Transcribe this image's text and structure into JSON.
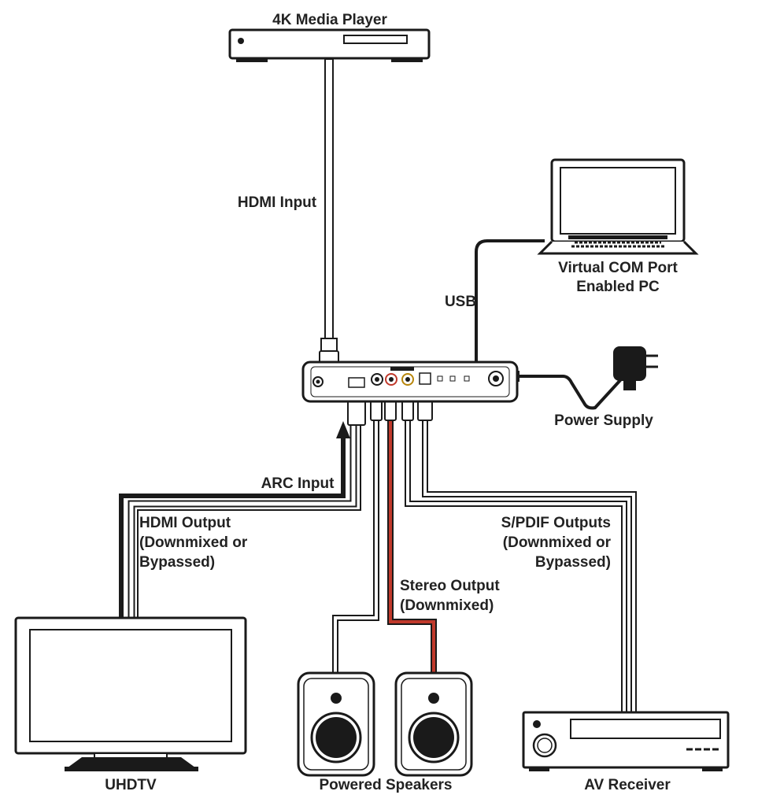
{
  "colors": {
    "line": "#1a1a1a",
    "cable_outline": "#1a1a1a",
    "cable_fill": "#ffffff",
    "analog_right": "#c0392b",
    "background": "#ffffff"
  },
  "devices": {
    "media_player": {
      "label": "4K Media Player"
    },
    "pc": {
      "label_line1": "Virtual COM Port",
      "label_line2": "Enabled PC"
    },
    "power_supply": {
      "label": "Power Supply"
    },
    "tv": {
      "label": "UHDTV"
    },
    "speakers": {
      "label": "Powered Speakers"
    },
    "receiver": {
      "label": "AV Receiver"
    }
  },
  "connections": {
    "hdmi_input": {
      "label": "HDMI Input"
    },
    "usb": {
      "label": "USB"
    },
    "arc_input": {
      "label": "ARC Input"
    },
    "hdmi_output": {
      "line1": "HDMI Output",
      "line2": "(Downmixed or",
      "line3": "Bypassed)"
    },
    "stereo_output": {
      "line1": "Stereo Output",
      "line2": "(Downmixed)"
    },
    "spdif_outputs": {
      "line1": "S/PDIF Outputs",
      "line2": "(Downmixed or",
      "line3": "Bypassed)"
    }
  },
  "icons": [
    "media-player-icon",
    "laptop-icon",
    "power-adapter-icon",
    "tv-icon",
    "speaker-icon",
    "receiver-icon",
    "converter-unit-icon"
  ]
}
